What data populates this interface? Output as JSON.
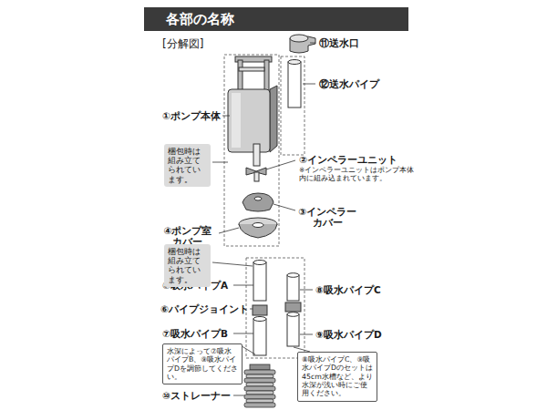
{
  "diagram": {
    "title": "各部の名称",
    "nodes": [
      {
        "text": [
          "梱包時は組み立てられています。"
        ]
      },
      {
        "text": [
          "梱包時は組み立てられています。"
        ]
      },
      {
        "text": [
          "水深によって⑦吸水パイプB、⑨吸水パイプDを調節してください。"
        ]
      },
      {
        "text": [
          "⑧吸水パイプC、⑨吸水パイプDのセットは45cm水槽など、より水深が浅い時にご使用ください。"
        ]
      }
    ],
    "edges": [],
    "labels": [
      "[分解図]",
      "⑪送水口",
      "⑫送水パイプ",
      "①ポンプ本体",
      "②インペラーユニット",
      "※インペラーユニットはポンプ本体内に組み込まれています。",
      "③インペラーカバー",
      "④ポンプ室カバー",
      "⑤吸水パイプA",
      "⑧吸水パイプC",
      "⑥パイプジョイント",
      "⑦吸水パイプB",
      "⑨吸水パイプD",
      "⑩ストレーナー"
    ]
  }
}
